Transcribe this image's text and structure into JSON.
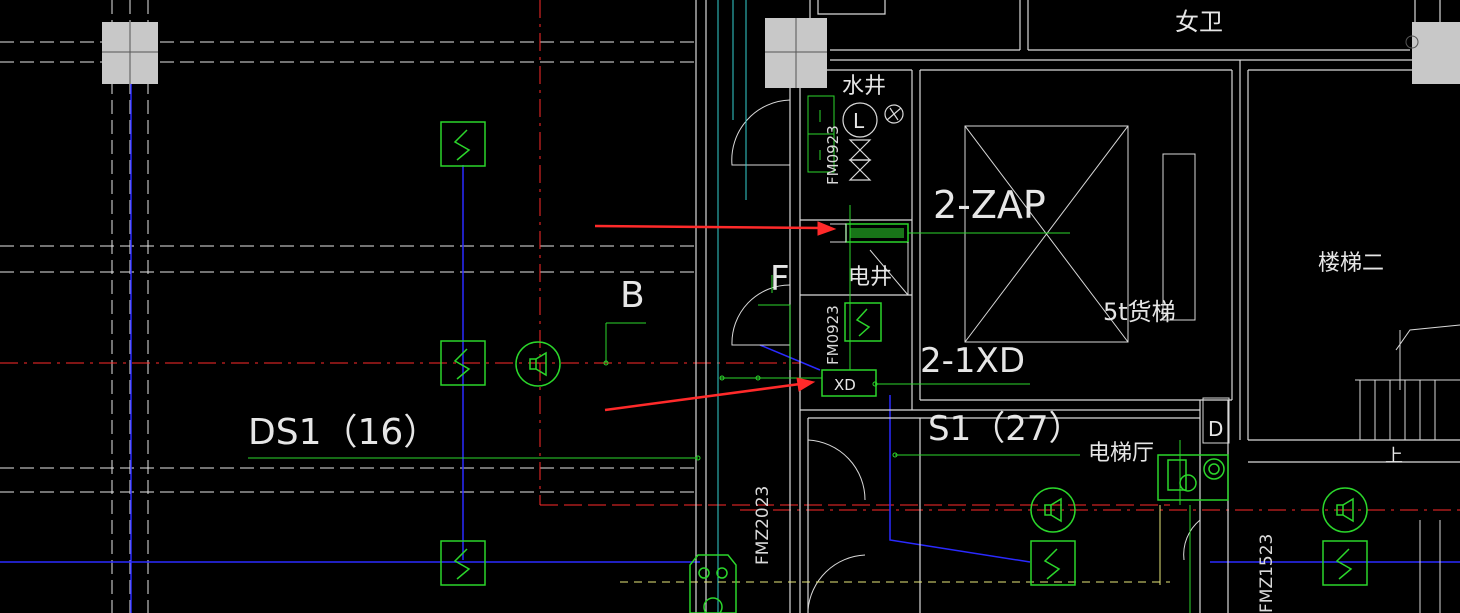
{
  "colors": {
    "background": "#000000",
    "wall": "#d9d9d9",
    "grid_dash": "#e6e6e6",
    "axis_red": "#ff2a2a",
    "pipe_blue": "#2a2aff",
    "device_green": "#2bd62b",
    "cyan": "#35d0d0",
    "arrow": "#ff2a2a",
    "column_fill": "#c8c8c8"
  },
  "labels": {
    "room_womens_toilet": "女卫",
    "room_water_shaft": "水井",
    "room_electric_shaft": "电井",
    "room_stair_two": "楼梯二",
    "room_freight_elevator": "5t货梯",
    "room_elevator_hall": "电梯厅",
    "panel_zap": "2-ZAP",
    "panel_xd": "2-1XD",
    "xd_box": "XD",
    "circuit_ds1": "DS1（16）",
    "circuit_s1": "S1（27）",
    "grid_b": "B",
    "grid_f": "F",
    "door_fm0923_upper": "FM0923",
    "door_fm0923_lower": "FM0923",
    "door_fmz2023": "FMZ2023",
    "door_fmz1523": "FMZ1523",
    "stair_up": "上",
    "level_meter_symbol": "L",
    "riser_d": "D"
  },
  "icons": [
    "smoke-detector-icon",
    "speaker-icon",
    "level-meter-icon",
    "valve-icon",
    "fire-hydrant-icon",
    "column-icon",
    "arrow-icon"
  ]
}
